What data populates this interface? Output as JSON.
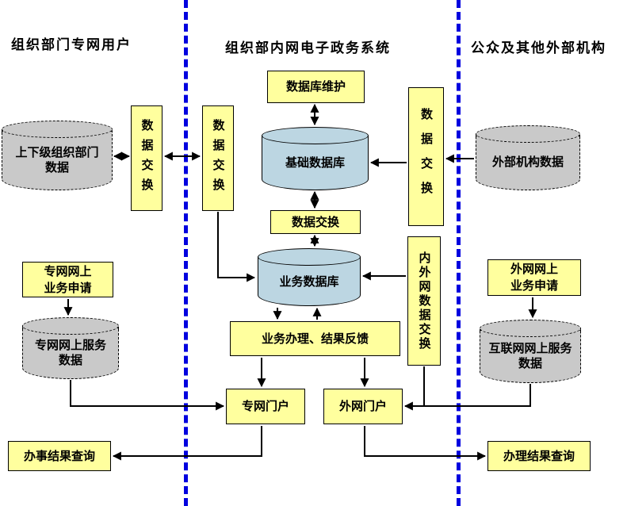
{
  "colors": {
    "box_fill": "#FFFF9E",
    "cylinder_blue": "#BCD6E2",
    "cylinder_gray": "#C9C9C9",
    "divider_blue": "#0101DF",
    "line_black": "#000000"
  },
  "headers": {
    "left": "组织部门专网用户",
    "center": "组织部内网电子政务系统",
    "right": "公众及其他外部机构"
  },
  "left_zone": {
    "org_data_cylinder": [
      "上下级组织部门",
      "数据"
    ],
    "data_exchange": "数据交换",
    "online_apply": [
      "专网网上",
      "业务申请"
    ],
    "service_data_cylinder": [
      "专网网上服务",
      "数据"
    ],
    "result_query": "办事结果查询"
  },
  "center_zone": {
    "data_exchange_left": "数据交换",
    "db_maintenance": "数据库维护",
    "base_db": "基础数据库",
    "data_exchange_mid": "数据交换",
    "business_db": "业务数据库",
    "business_process": "业务办理、结果反馈",
    "data_exchange_right": "数据交换",
    "inout_data_exchange": "内外网数据交换",
    "private_portal": "专网门户",
    "external_portal": "外网门户"
  },
  "right_zone": {
    "external_org_cylinder": "外部机构数据",
    "online_apply": [
      "外网网上",
      "业务申请"
    ],
    "service_data_cylinder": [
      "互联网网上服务",
      "数据"
    ],
    "result_query": "办理结果查询"
  },
  "connections": [
    {
      "from": "上下级组织部门数据",
      "to": "数据交换(专网侧)",
      "type": "bidirectional"
    },
    {
      "from": "数据交换(专网侧)",
      "to": "数据交换(内网左)",
      "type": "bidirectional"
    },
    {
      "from": "数据交换(内网左)",
      "to": "业务数据库",
      "type": "one-way"
    },
    {
      "from": "数据库维护",
      "to": "基础数据库",
      "type": "bidirectional"
    },
    {
      "from": "基础数据库",
      "to": "数据交换(中)",
      "type": "bidirectional"
    },
    {
      "from": "数据交换(中)",
      "to": "业务数据库",
      "type": "bidirectional"
    },
    {
      "from": "数据交换(内网右)",
      "to": "基础数据库",
      "type": "one-way"
    },
    {
      "from": "外部机构数据",
      "to": "数据交换(内网右)",
      "type": "one-way"
    },
    {
      "from": "内外网数据交换",
      "to": "业务数据库",
      "type": "one-way"
    },
    {
      "from": "业务数据库",
      "to": "业务办理、结果反馈",
      "type": "bidirectional"
    },
    {
      "from": "业务办理、结果反馈",
      "to": "专网门户",
      "type": "one-way"
    },
    {
      "from": "业务办理、结果反馈",
      "to": "外网门户",
      "type": "one-way"
    },
    {
      "from": "专网网上业务申请",
      "to": "专网网上服务数据",
      "type": "one-way"
    },
    {
      "from": "专网网上服务数据",
      "to": "专网门户",
      "type": "one-way"
    },
    {
      "from": "专网门户",
      "to": "办事结果查询",
      "type": "one-way"
    },
    {
      "from": "外网网上业务申请",
      "to": "互联网网上服务数据",
      "type": "one-way"
    },
    {
      "from": "互联网网上服务数据",
      "to": "外网门户",
      "type": "one-way"
    },
    {
      "from": "内外网数据交换",
      "to": "外网门户",
      "type": "one-way"
    },
    {
      "from": "外网门户",
      "to": "办理结果查询",
      "type": "one-way"
    }
  ]
}
